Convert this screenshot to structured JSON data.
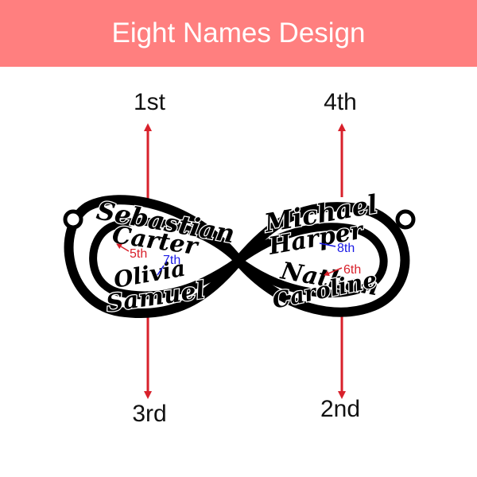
{
  "banner": {
    "title": "Eight Names Design"
  },
  "positions": {
    "first": "1st",
    "second": "2nd",
    "third": "3rd",
    "fourth": "4th",
    "fifth": "5th",
    "sixth": "6th",
    "seventh": "7th",
    "eighth": "8th"
  },
  "names": {
    "left": [
      "Sebastian",
      "Carter",
      "Olivia",
      "Samuel"
    ],
    "right": [
      "Michael",
      "Harper",
      "Nathan",
      "Caroline"
    ]
  },
  "colors": {
    "banner": "#FF7F7F",
    "arrow": "#D8212B",
    "blue_label": "#1A1AE6",
    "red_label": "#D8212B",
    "pendant": "#000000"
  }
}
